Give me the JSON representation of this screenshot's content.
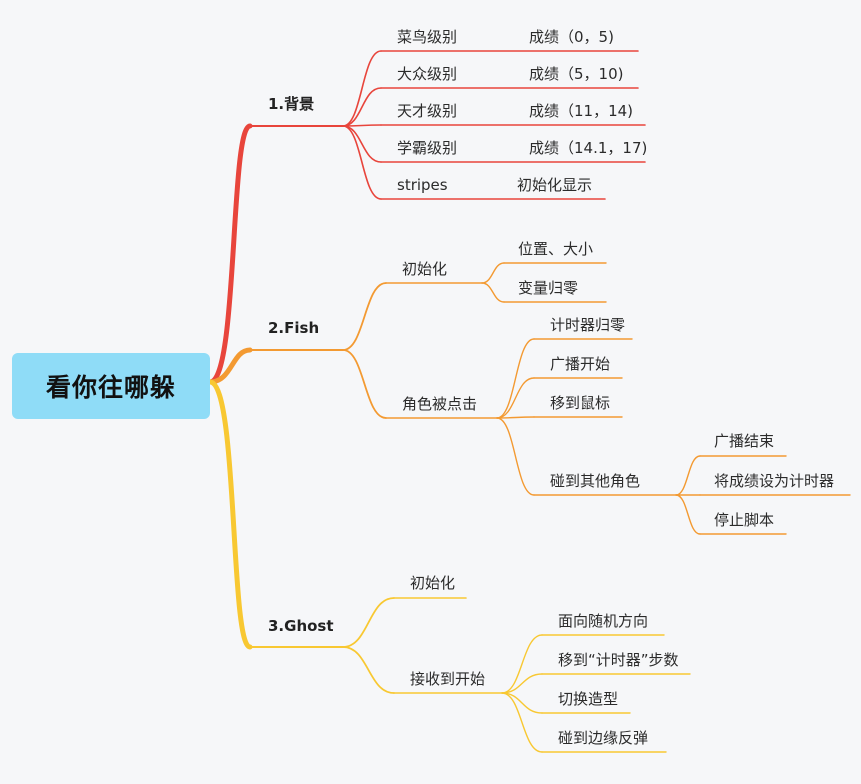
{
  "root": {
    "title": "看你往哪躲"
  },
  "colors": {
    "red": "#e8453c",
    "orange": "#f39a32",
    "yellow": "#f8c832",
    "root_fill": "#8fdcf7",
    "background": "#f6f7f9"
  },
  "branches": [
    {
      "id": "bg",
      "title": "1.背景",
      "children": [
        {
          "label": "菜鸟级别",
          "detail": "成绩（0，5)"
        },
        {
          "label": "大众级别",
          "detail": "成绩（5，10)"
        },
        {
          "label": "天才级别",
          "detail": "成绩（11，14)"
        },
        {
          "label": "学霸级别",
          "detail": "成绩（14.1，17)"
        },
        {
          "label": "stripes",
          "detail": "初始化显示"
        }
      ]
    },
    {
      "id": "fish",
      "title": "2.Fish",
      "children": [
        {
          "label": "初始化",
          "children": [
            "位置、大小",
            "变量归零"
          ]
        },
        {
          "label": "角色被点击",
          "children": [
            {
              "label": "计时器归零"
            },
            {
              "label": "广播开始"
            },
            {
              "label": "移到鼠标"
            },
            {
              "label": "碰到其他角色",
              "children": [
                "广播结束",
                "将成绩设为计时器",
                "停止脚本"
              ]
            }
          ]
        }
      ]
    },
    {
      "id": "ghost",
      "title": "3.Ghost",
      "children": [
        {
          "label": "初始化"
        },
        {
          "label": "接收到开始",
          "children": [
            "面向随机方向",
            "移到“计时器”步数",
            "切换造型",
            "碰到边缘反弹"
          ]
        }
      ]
    }
  ]
}
